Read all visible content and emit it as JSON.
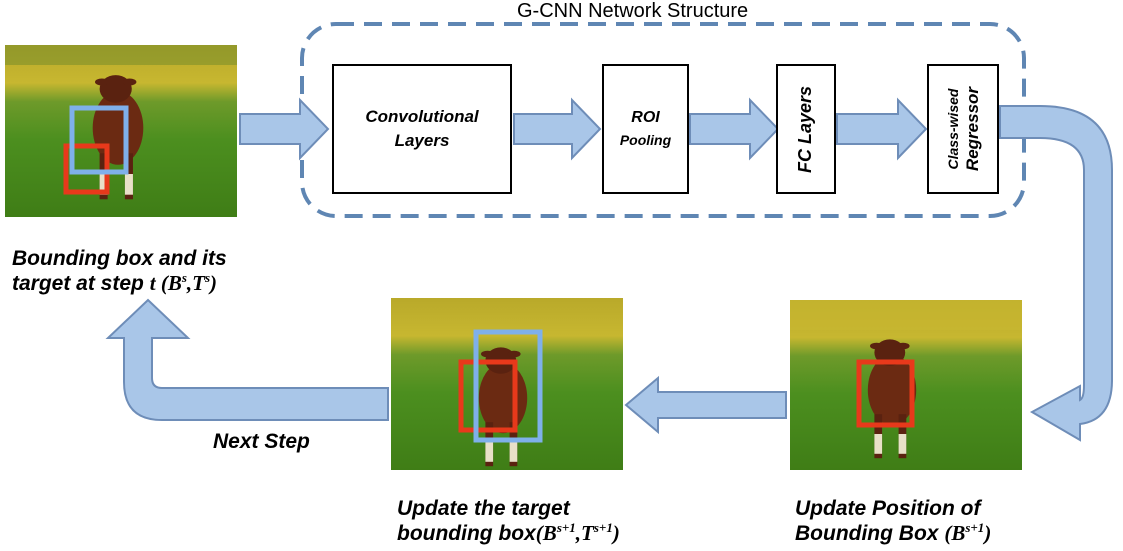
{
  "diagram": {
    "network_title": "G-CNN Network Structure",
    "blocks": {
      "conv": [
        "Convolutional",
        "Layers"
      ],
      "roi": [
        "ROI",
        "Pooling"
      ],
      "fc": "FC Layers",
      "regressor": [
        "Class-wised",
        "Regressor"
      ]
    },
    "captions": {
      "step_t": {
        "line1": "Bounding box and its",
        "line2": "target at step",
        "t": "t",
        "open": "(",
        "B": "B",
        "s1": "s",
        "comma": ",",
        "T": "T",
        "s2": "s",
        "close": ")"
      },
      "next_step": "Next Step",
      "update_target": {
        "line1": "Update the target",
        "line2": "bounding box",
        "open": "(",
        "B": "B",
        "sup1": "s+1",
        "comma": ",",
        "T": "T",
        "sup2": "s+1",
        "close": ")"
      },
      "update_position": {
        "line1": "Update Position of",
        "line2": "Bounding Box",
        "open": "(",
        "B": "B",
        "sup": "s+1",
        "close": ")"
      }
    },
    "colors": {
      "arrow_fill": "#a9c6e8",
      "arrow_stroke": "#6e8db8",
      "dashed_border": "#5f86b3",
      "box_blue": "#7fb0ea",
      "box_red": "#e8391b"
    }
  }
}
